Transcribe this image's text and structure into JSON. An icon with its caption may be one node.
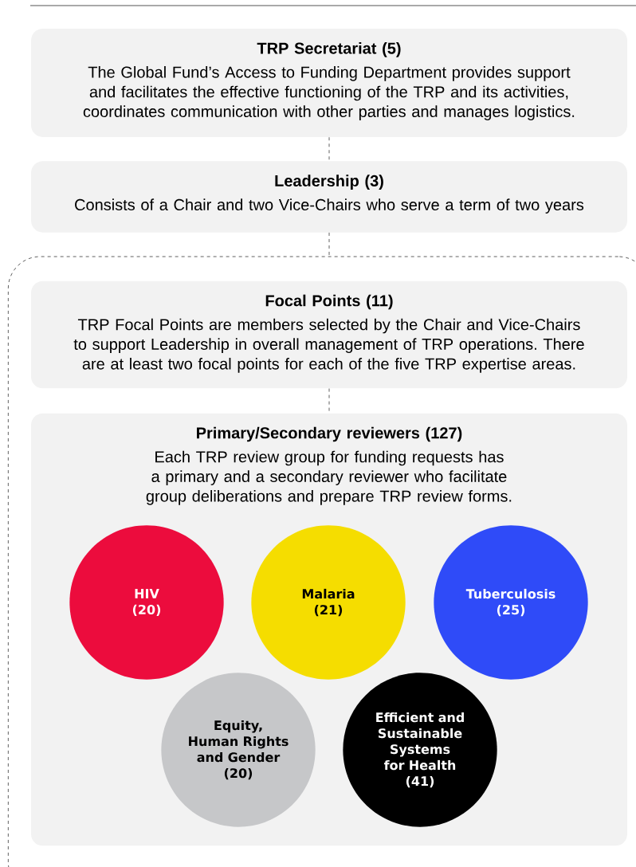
{
  "diagram": {
    "nodes": [
      {
        "text": [
          "TRP Secretariat (5)",
          "The Global Fund’s Access to Funding Department provides support and facilitates the effective functioning of the TRP and its activities, coordinates communication with other parties and manages logistics."
        ]
      },
      {
        "text": [
          "Leadership (3)",
          "Consists of a Chair and two Vice-Chairs who serve a term of two years"
        ]
      },
      {
        "text": [],
        "shape": "box"
      },
      {
        "text": [
          "Focal Points (11)",
          "TRP Focal Points are members selected by the Chair and Vice-Chairs to support Leadership in overall management of TRP operations. There are at least two focal points for each of the five TRP expertise areas."
        ],
        "in": 2
      },
      {
        "text": [
          "Primary/Secondary reviewers (127)",
          "Each TRP review group for funding requests has a primary and a secondary reviewer who facilitate group deliberations and prepare TRP review forms."
        ],
        "in": 2
      },
      {
        "text": [
          "HIV",
          "(20)"
        ],
        "in": 4
      },
      {
        "text": [
          "Malaria",
          "(21)"
        ],
        "in": 4
      },
      {
        "text": [
          "Tuberculosis",
          "(25)"
        ],
        "in": 4
      },
      {
        "text": [
          "Equity, Human Rights and Gender",
          "(20)"
        ],
        "in": 4
      },
      {
        "text": [
          "Efficient and Sustainable Systems for Health",
          "(41)"
        ],
        "in": 4
      }
    ],
    "edges": [
      {
        "from": 0,
        "to": 1,
        "arrow": "none",
        "style": "dashed"
      },
      {
        "from": 1,
        "to": 2,
        "arrow": "none",
        "style": "dashed"
      },
      {
        "from": 3,
        "to": 4,
        "arrow": "none",
        "style": "dashed"
      }
    ]
  }
}
